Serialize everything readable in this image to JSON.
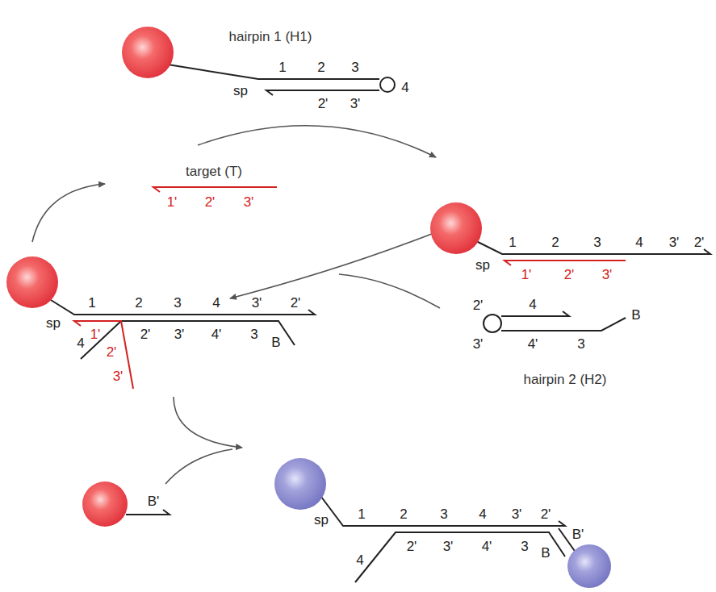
{
  "diagram": {
    "labels": [
      "hairpin 1 (H1)",
      "sp",
      "1",
      "2",
      "3",
      "4",
      "2'",
      "3'",
      "target (T)",
      "1'",
      "2'",
      "3'",
      "sp",
      "1",
      "2",
      "3",
      "4",
      "3'",
      "2'",
      "1'",
      "2'",
      "3'",
      "sp",
      "1",
      "2",
      "3",
      "4",
      "3'",
      "2'",
      "1'",
      "4",
      "2'",
      "3'",
      "2'",
      "3'",
      "4'",
      "3",
      "B",
      "2'",
      "4",
      "3'",
      "4'",
      "3",
      "B",
      "hairpin 2 (H2)",
      "B'",
      "sp",
      "1",
      "2",
      "3",
      "4",
      "3'",
      "2'",
      "4",
      "2'",
      "3'",
      "4'",
      "3",
      "B",
      "B'"
    ]
  }
}
